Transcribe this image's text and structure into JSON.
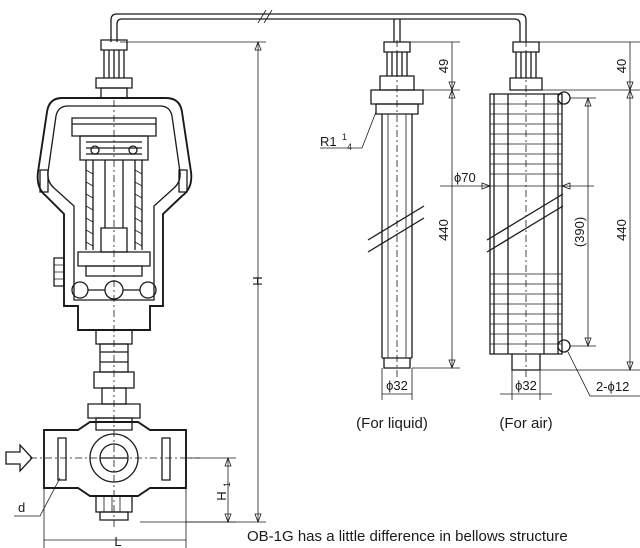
{
  "labels": {
    "dim_h": "H",
    "dim_l": "L",
    "dim_d": "d",
    "dim_h1_main": "H",
    "dim_h1_sub": "1",
    "thread_main": "R1",
    "thread_num": "1",
    "thread_den": "4",
    "dim_49": "49",
    "dim_440_liquid": "440",
    "dim_40": "40",
    "dim_440_air": "440",
    "dim_390": "(390)",
    "dim_phi70": "ϕ70",
    "dim_phi32_liquid": "ϕ32",
    "dim_phi32_air": "ϕ32",
    "dim_holes": "2-ϕ12"
  },
  "captions": {
    "liquid": "(For liquid)",
    "air": "(For air)",
    "note": "OB-1G has a little difference in bellows structure"
  }
}
